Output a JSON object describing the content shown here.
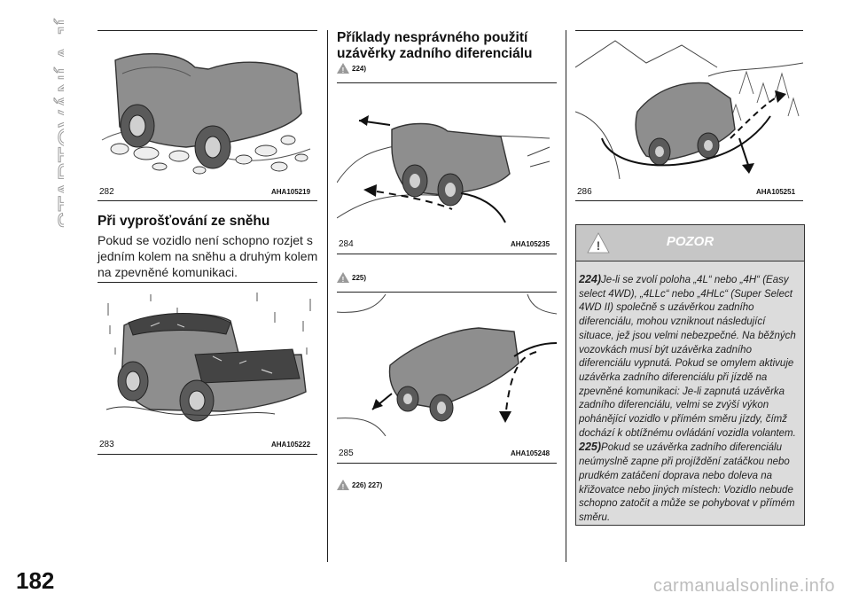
{
  "sidebar": {
    "section_title": "STARTOVÁNÍ A JÍZDA"
  },
  "page": {
    "number": "182"
  },
  "figures": [
    {
      "number": "282",
      "code": "AHA105219"
    },
    {
      "number": "283",
      "code": "AHA105222"
    },
    {
      "number": "284",
      "code": "AHA105235"
    },
    {
      "number": "285",
      "code": "AHA105248"
    },
    {
      "number": "286",
      "code": "AHA105251"
    }
  ],
  "left_column": {
    "heading": "Při vyprošťování ze sněhu",
    "paragraph_lines": [
      "Pokud se vozidlo není schopno rozjet s",
      "jedním kolem na sněhu a druhým kolem",
      "na zpevněné komunikaci."
    ]
  },
  "middle_column": {
    "heading_lines": [
      "Příklady nesprávného použití",
      "uzávěrky zadního diferenciálu"
    ],
    "warn_refs": [
      "224)",
      "225)",
      "226) 227)"
    ]
  },
  "warning": {
    "title": "POZOR",
    "items": [
      {
        "ref": "224)",
        "text": "Je-li se zvolí poloha „4L“ nebo „4H“ (Easy select 4WD), „4LLc“ nebo „4HLc“ (Super Select 4WD II) společně s uzávěrkou zadního diferenciálu, mohou vzniknout následující situace, jež jsou velmi nebezpečné. Na běžných vozovkách musí být uzávěrka zadního diferenciálu vypnutá. Pokud se omylem aktivuje uzávěrka zadního diferenciálu při jízdě na zpevněné komunikaci: Je-li zapnutá uzávěrka zadního diferenciálu, velmi se zvýší výkon pohánějící vozidlo v přímém směru jízdy, čímž dochází k obtížnému ovládání vozidla volantem."
      },
      {
        "ref": "225)",
        "text": "Pokud se uzávěrka zadního diferenciálu neúmyslně zapne při projíždění zatáčkou nebo prudkém zatáčení doprava nebo doleva na křižovatce nebo jiných místech: Vozidlo nebude schopno zatočit a může se pohybovat v přímém směru."
      }
    ]
  },
  "footer": {
    "watermark": "carmanualsonline.info"
  }
}
